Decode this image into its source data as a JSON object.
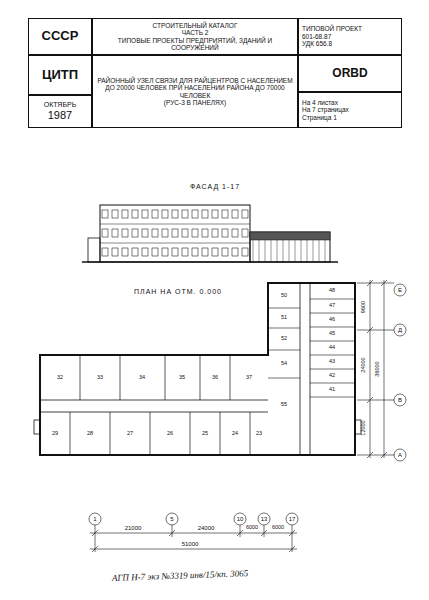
{
  "diagram": {
    "nodes": [
      {
        "text": [
          "СССР"
        ]
      },
      {
        "text": [
          "СТРОИТЕЛЬНЫЙ КАТАЛОГ",
          "ЧАСТЬ 2",
          "ТИПОВЫЕ ПРОЕКТЫ ПРЕДПРИЯТИЙ, ЗДАНИЙ И СООРУЖЕНИЙ"
        ]
      },
      {
        "text": [
          "ТИПОВОЙ ПРОЕКТ",
          "601-68.87",
          "УДК 656.8"
        ]
      },
      {
        "text": [
          "ЦИТП"
        ]
      },
      {
        "text": [
          "РАЙОННЫЙ УЗЕЛ СВЯЗИ ДЛЯ РАЙЦЕНТРОВ С НАСЕЛЕНИЕМ ДО 20000 ЧЕЛОВЕК ПРИ НАСЕЛЕНИИ РАЙОНА ДО 70000 ЧЕЛОВЕК",
          "(РУС-3 В ПАНЕЛЯХ)"
        ]
      },
      {
        "text": [
          "ORBD"
        ]
      },
      {
        "text": [
          "ОКТЯБРЬ",
          "1987"
        ]
      },
      {
        "text": [
          "На 4 листах",
          "На 7 страницах",
          "Страница 1"
        ]
      }
    ],
    "labels": [
      "ФАСАД 1-17",
      "ПЛАН НА ОТМ. 0.000",
      "50",
      "51",
      "52",
      "54",
      "55",
      "48",
      "47",
      "46",
      "45",
      "44",
      "43",
      "42",
      "41",
      "32",
      "33",
      "34",
      "35",
      "36",
      "37",
      "29",
      "28",
      "27",
      "26",
      "25",
      "24",
      "23",
      "1",
      "5",
      "10",
      "13",
      "17",
      "Е",
      "Д",
      "В",
      "А",
      "21000",
      "24000",
      "6000",
      "6000",
      "51000",
      "9600",
      "24000",
      "12000",
      "36000",
      "АГП Н-7 экз №3319 инв/15/кп. 3065"
    ]
  }
}
